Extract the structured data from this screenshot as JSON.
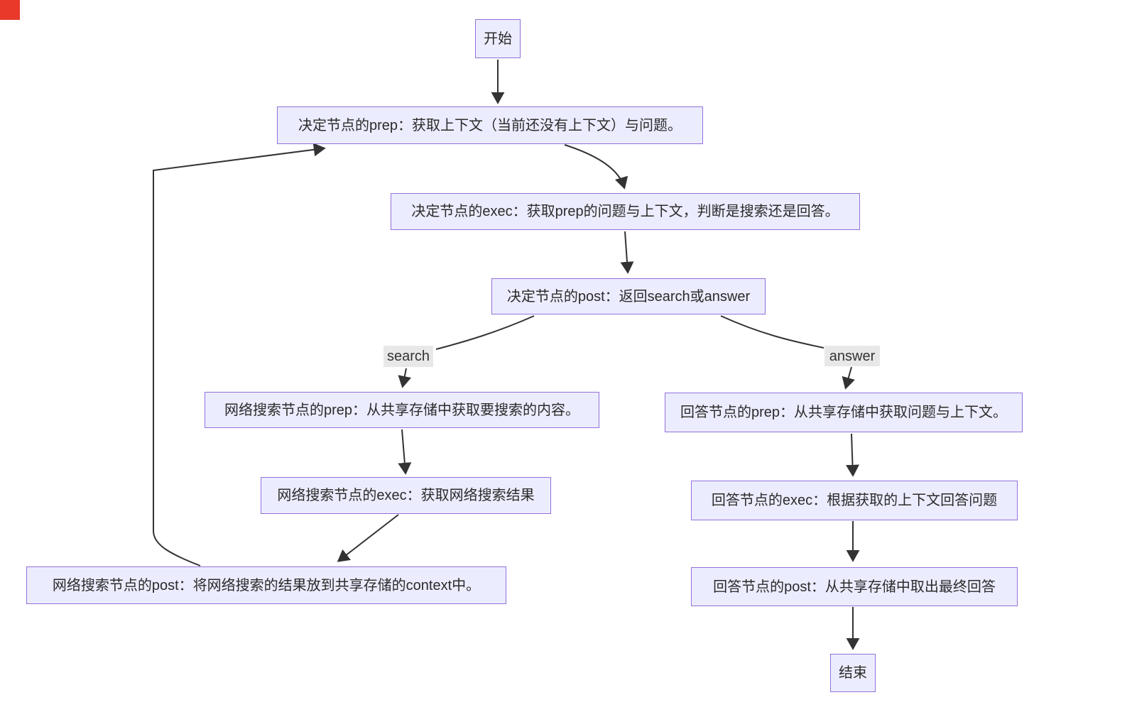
{
  "diagram": {
    "type": "flowchart",
    "direction": "top-down",
    "nodes": [
      {
        "id": "start",
        "label": "开始"
      },
      {
        "id": "decide_prep",
        "label": "决定节点的prep：获取上下文（当前还没有上下文）与问题。"
      },
      {
        "id": "decide_exec",
        "label": "决定节点的exec：获取prep的问题与上下文，判断是搜索还是回答。"
      },
      {
        "id": "decide_post",
        "label": "决定节点的post：返回search或answer"
      },
      {
        "id": "search_prep",
        "label": "网络搜索节点的prep：从共享存储中获取要搜索的内容。"
      },
      {
        "id": "search_exec",
        "label": "网络搜索节点的exec：获取网络搜索结果"
      },
      {
        "id": "search_post",
        "label": "网络搜索节点的post：将网络搜索的结果放到共享存储的context中。"
      },
      {
        "id": "answer_prep",
        "label": "回答节点的prep：从共享存储中获取问题与上下文。"
      },
      {
        "id": "answer_exec",
        "label": "回答节点的exec：根据获取的上下文回答问题"
      },
      {
        "id": "answer_post",
        "label": "回答节点的post：从共享存储中取出最终回答"
      },
      {
        "id": "end",
        "label": "结束"
      }
    ],
    "edge_labels": [
      {
        "id": "search",
        "label": "search"
      },
      {
        "id": "answer",
        "label": "answer"
      }
    ],
    "edges": [
      "start -> decide_prep",
      "decide_prep -> decide_exec",
      "decide_exec -> decide_post",
      "decide_post -search-> search_prep",
      "decide_post -answer-> answer_prep",
      "search_prep -> search_exec",
      "search_exec -> search_post",
      "search_post -> decide_prep",
      "answer_prep -> answer_exec",
      "answer_exec -> answer_post",
      "answer_post -> end"
    ],
    "colors": {
      "node_fill": "#ECECFF",
      "node_border": "#9370DB",
      "edge_line": "#333333",
      "edge_label_bg": "#e8e8e8",
      "text": "#2b2b2b",
      "red_marker": "#e8392b",
      "background": "#ffffff"
    }
  }
}
